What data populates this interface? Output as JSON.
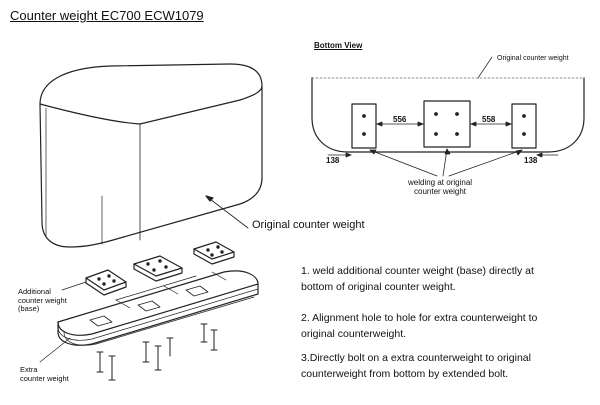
{
  "title": "Counter weight EC700 ECW1079",
  "bottom_view": {
    "title": "Bottom View",
    "original_label": "Original counter weight",
    "dim_left_gap": "556",
    "dim_right_gap": "558",
    "dim_left_edge": "138",
    "dim_right_edge": "138",
    "welding_note": "welding at original\ncounter weight"
  },
  "iso_view": {
    "original_label": "Original counter weight",
    "additional_label": "Additional\ncounter weight\n(base)",
    "extra_label": "Extra\ncounter weight"
  },
  "notes": [
    "1. weld additional counter weight (base) directly at\nbottom of original counter weight.",
    "2. Alignment hole to hole for extra counterweight to\noriginal counterweight.",
    "3.Directly bolt on a extra counterweight to original\ncounterweight from bottom by extended bolt."
  ]
}
